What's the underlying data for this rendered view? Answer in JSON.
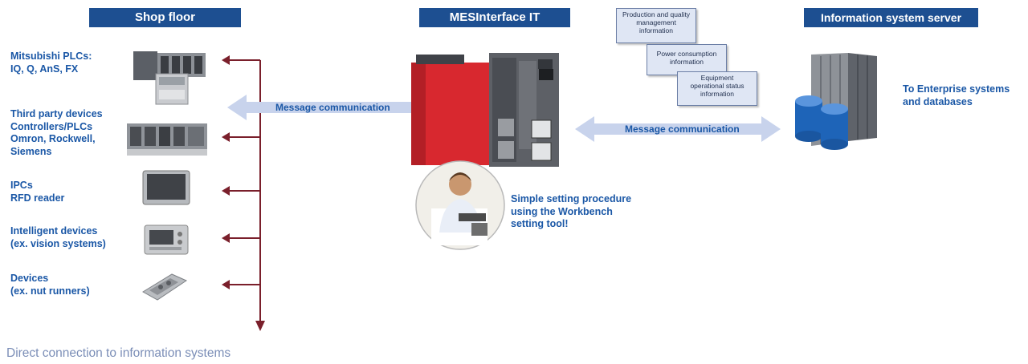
{
  "headers": {
    "shop_floor": "Shop floor",
    "mes": "MESInterface IT",
    "server": "Information system server"
  },
  "devices": [
    {
      "lines": [
        "Mitsubishi PLCs:",
        "IQ, Q, AnS, FX"
      ],
      "icon": "plc-rack-icon"
    },
    {
      "lines": [
        "Third party devices",
        "Controllers/PLCs",
        "Omron, Rockwell,",
        "Siemens"
      ],
      "icon": "controller-icon"
    },
    {
      "lines": [
        "IPCs",
        "RFD reader"
      ],
      "icon": "ipc-panel-icon"
    },
    {
      "lines": [
        "Intelligent devices",
        "(ex. vision systems)"
      ],
      "icon": "vision-device-icon"
    },
    {
      "lines": [
        "Devices",
        "(ex. nut runners)"
      ],
      "icon": "nut-runner-icon"
    }
  ],
  "message_left": "Message communication",
  "message_right": "Message communication",
  "info_cards": [
    [
      "Production and quality",
      "management",
      "information"
    ],
    [
      "Power consumption",
      "information"
    ],
    [
      "Equipment",
      "operational status",
      "information"
    ]
  ],
  "server_label": [
    "To Enterprise systems",
    "and databases"
  ],
  "setting_label": [
    "Simple setting procedure",
    "using the Workbench",
    "setting tool!"
  ],
  "footer": "Direct connection to information systems",
  "colors": {
    "header_bg": "#1d4f91",
    "label_blue": "#1a57a6",
    "bus_line": "#7a1f2b",
    "arrow_fill": "#c8d3ec",
    "module_red": "#d8282f"
  }
}
